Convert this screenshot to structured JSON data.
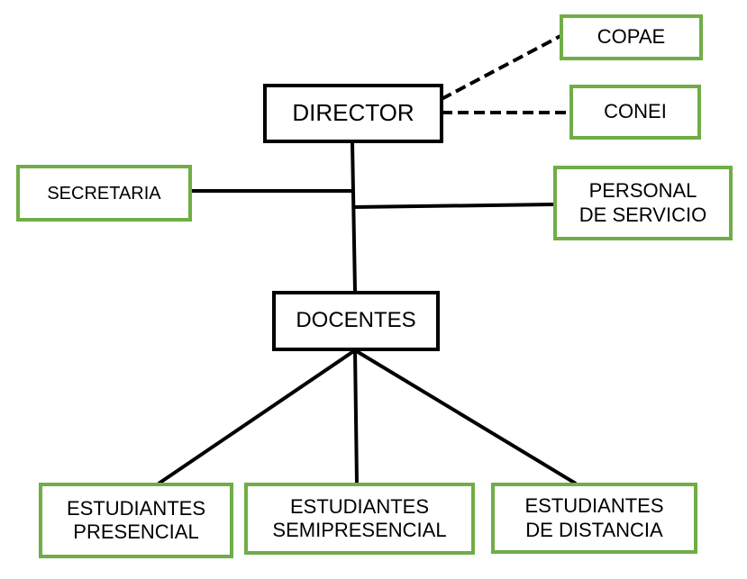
{
  "title": "Organizational chart",
  "colors": {
    "primary_border": "#000000",
    "secondary_border": "#70ad47",
    "line": "#000000"
  },
  "nodes": {
    "director": "DIRECTOR",
    "copae": "COPAE",
    "conei": "CONEI",
    "secretaria": "SECRETARIA",
    "personal": "PERSONAL\nDE SERVICIO",
    "docentes": "DOCENTES",
    "est_presencial": "ESTUDIANTES\nPRESENCIAL",
    "est_semipresencial": "ESTUDIANTES\nSEMIPRESENCIAL",
    "est_distancia": "ESTUDIANTES\nDE DISTANCIA"
  },
  "connections": [
    {
      "from": "director",
      "to": "copae",
      "style": "dashed"
    },
    {
      "from": "director",
      "to": "conei",
      "style": "dashed"
    },
    {
      "from": "director",
      "to": "docentes",
      "style": "solid"
    },
    {
      "from": "director",
      "to": "secretaria",
      "style": "solid"
    },
    {
      "from": "director",
      "to": "personal",
      "style": "solid"
    },
    {
      "from": "docentes",
      "to": "est_presencial",
      "style": "solid"
    },
    {
      "from": "docentes",
      "to": "est_semipresencial",
      "style": "solid"
    },
    {
      "from": "docentes",
      "to": "est_distancia",
      "style": "solid"
    }
  ]
}
